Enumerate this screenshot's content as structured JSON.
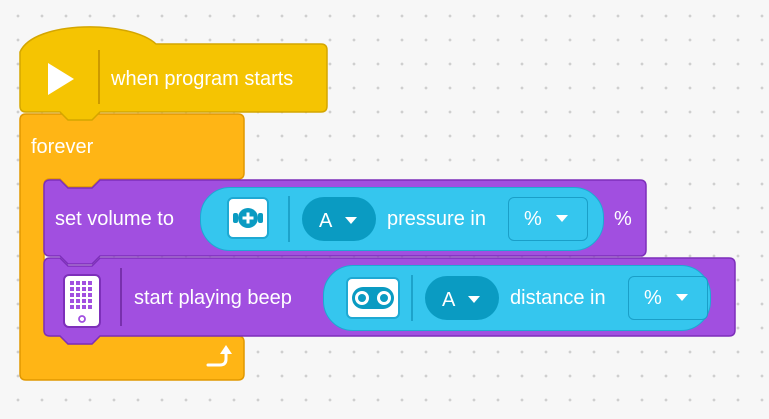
{
  "hat_block": {
    "label": "when program starts",
    "color": "#f5c402",
    "icon": "play-triangle-icon"
  },
  "forever_block": {
    "label": "forever",
    "color": "#ffb515",
    "icon": "loop-arrow-icon"
  },
  "set_volume_block": {
    "label": "set volume to",
    "suffix": "%",
    "color": "#a14fe0",
    "reporter": {
      "icon": "force-sensor-icon",
      "port": "A",
      "label": "pressure in",
      "unit": "%"
    }
  },
  "beep_block": {
    "label": "start playing beep",
    "color": "#a14fe0",
    "icon": "hub-speaker-icon",
    "reporter": {
      "icon": "distance-sensor-icon",
      "port": "A",
      "label": "distance in",
      "unit": "%"
    }
  },
  "colors": {
    "reporter_fill": "#35c6ee",
    "reporter_dropdown": "#0a9bc2",
    "canvas_background": "#f7f7f7"
  }
}
